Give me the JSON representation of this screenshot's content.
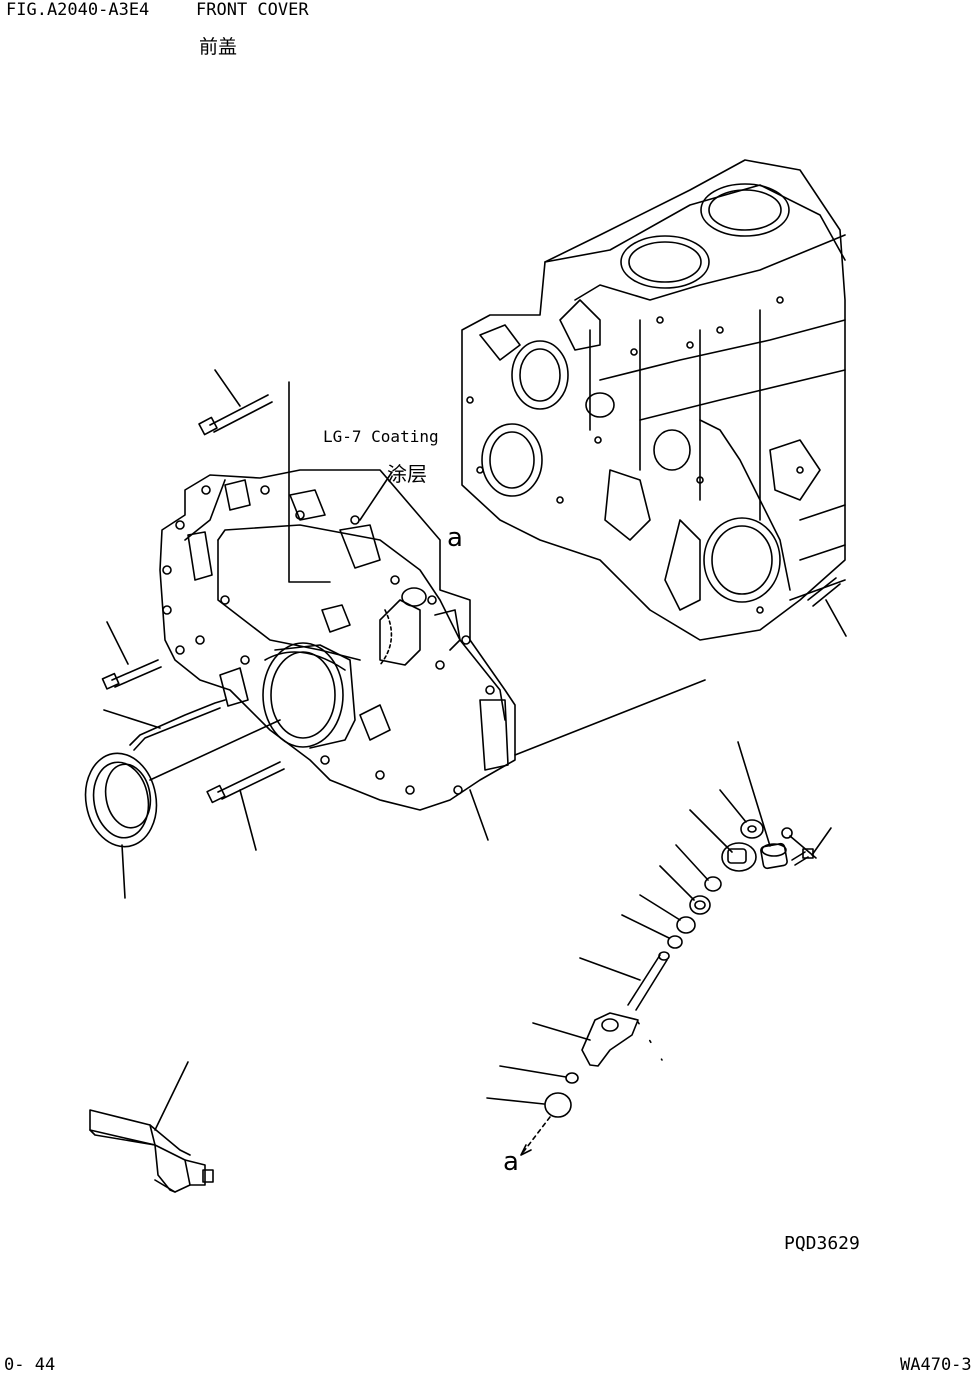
{
  "header": {
    "figure_id": "FIG.A2040-A3E4",
    "title": "FRONT COVER",
    "title_cn": "前盖"
  },
  "annotations": {
    "coating_note": "LG-7 Coating",
    "coating_note_cn": "涂层",
    "reference_mark": "a"
  },
  "footer": {
    "drawing_ref": "PQD3629",
    "page": "0- 44",
    "model": "WA470-3"
  }
}
